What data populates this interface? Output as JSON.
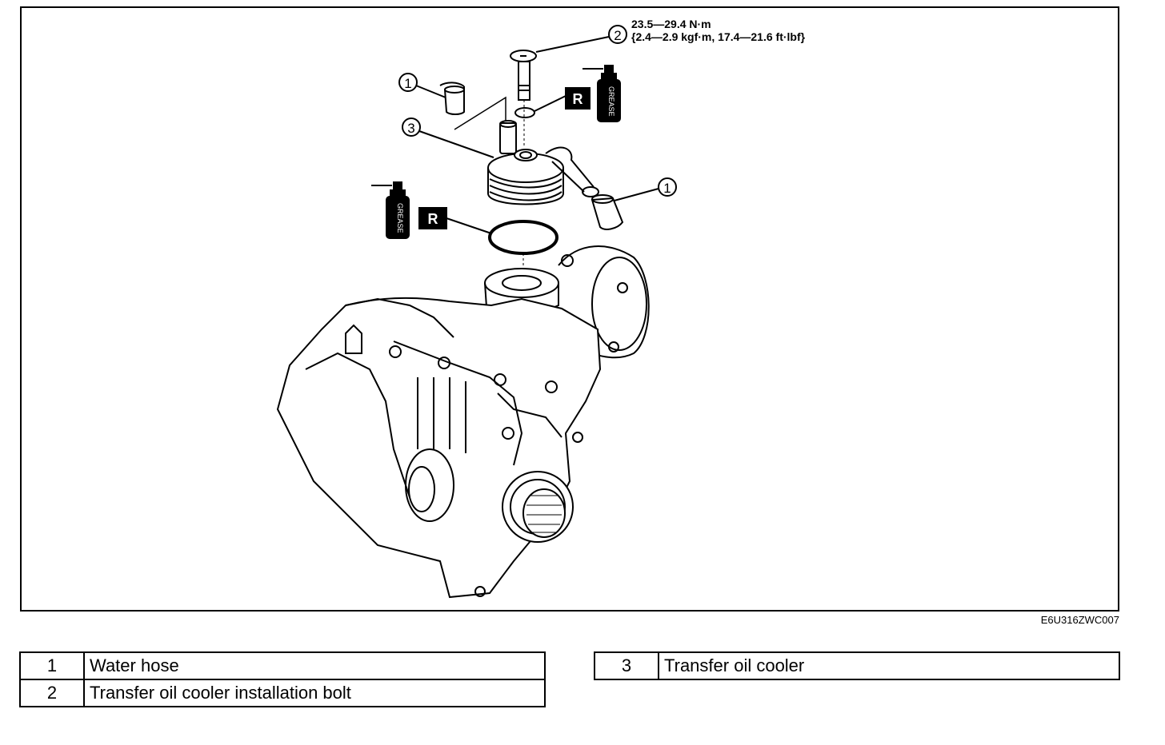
{
  "torque": {
    "line1": "23.5—29.4 N·m",
    "line2": "{2.4—2.9 kgf·m, 17.4—21.6 ft·lbf}"
  },
  "callouts": {
    "water_hose": "1",
    "bolt": "2",
    "oil_cooler": "3"
  },
  "badges": {
    "replace": "R",
    "grease": "GREASE"
  },
  "figure_code": "E6U316ZWC007",
  "legend": {
    "left": [
      {
        "num": "1",
        "label": "Water hose"
      },
      {
        "num": "2",
        "label": "Transfer oil cooler installation bolt"
      }
    ],
    "right": [
      {
        "num": "3",
        "label": "Transfer oil cooler"
      }
    ]
  },
  "colors": {
    "ink": "#000000",
    "paper": "#ffffff"
  }
}
